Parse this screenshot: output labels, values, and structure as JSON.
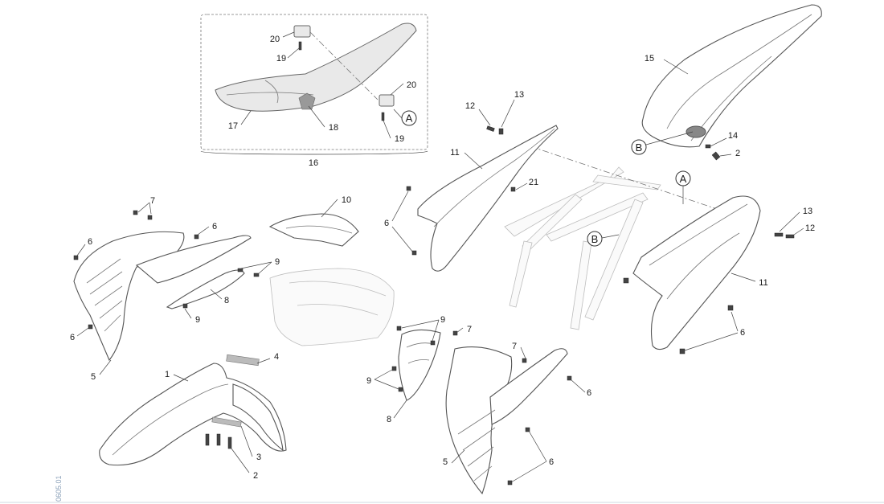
{
  "seat_group": {
    "label": "16",
    "parts": [
      "17",
      "18",
      "19",
      "20",
      "19",
      "20"
    ]
  },
  "callouts": [
    {
      "id": "c-20a",
      "text": "20"
    },
    {
      "id": "c-19a",
      "text": "19"
    },
    {
      "id": "c-20b",
      "text": "20"
    },
    {
      "id": "c-19b",
      "text": "19"
    },
    {
      "id": "c-17",
      "text": "17"
    },
    {
      "id": "c-18",
      "text": "18"
    },
    {
      "id": "c-16",
      "text": "16"
    },
    {
      "id": "c-15",
      "text": "15"
    },
    {
      "id": "c-14",
      "text": "14"
    },
    {
      "id": "c-2a",
      "text": "2"
    },
    {
      "id": "c-12a",
      "text": "12"
    },
    {
      "id": "c-13a",
      "text": "13"
    },
    {
      "id": "c-11a",
      "text": "11"
    },
    {
      "id": "c-21",
      "text": "21"
    },
    {
      "id": "c-6a",
      "text": "6"
    },
    {
      "id": "c-7a",
      "text": "7"
    },
    {
      "id": "c-6b",
      "text": "6"
    },
    {
      "id": "c-6c",
      "text": "6"
    },
    {
      "id": "c-10",
      "text": "10"
    },
    {
      "id": "c-9a",
      "text": "9"
    },
    {
      "id": "c-8a",
      "text": "8"
    },
    {
      "id": "c-9b",
      "text": "9"
    },
    {
      "id": "c-6d",
      "text": "6"
    },
    {
      "id": "c-5a",
      "text": "5"
    },
    {
      "id": "c-1",
      "text": "1"
    },
    {
      "id": "c-4",
      "text": "4"
    },
    {
      "id": "c-3",
      "text": "3"
    },
    {
      "id": "c-2b",
      "text": "2"
    },
    {
      "id": "c-9c",
      "text": "9"
    },
    {
      "id": "c-7b",
      "text": "7"
    },
    {
      "id": "c-9d",
      "text": "9"
    },
    {
      "id": "c-8b",
      "text": "8"
    },
    {
      "id": "c-7c",
      "text": "7"
    },
    {
      "id": "c-6e",
      "text": "6"
    },
    {
      "id": "c-5b",
      "text": "5"
    },
    {
      "id": "c-6f",
      "text": "6"
    },
    {
      "id": "c-13b",
      "text": "13"
    },
    {
      "id": "c-12b",
      "text": "12"
    },
    {
      "id": "c-11b",
      "text": "11"
    },
    {
      "id": "c-6g",
      "text": "6"
    }
  ],
  "connectors": {
    "a1": "A",
    "a2": "A",
    "b1": "B",
    "b2": "B"
  },
  "drawing_code": "0605.01"
}
